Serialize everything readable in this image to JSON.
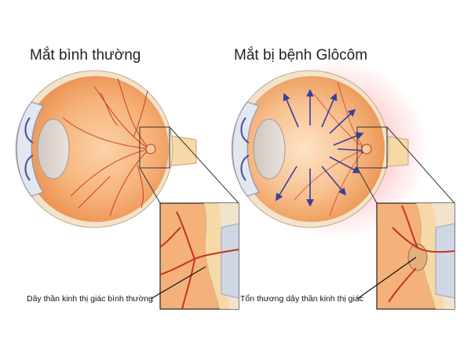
{
  "titles": {
    "normal_eye": "Mắt bình thường",
    "glaucoma_eye": "Mắt bị bệnh Glôcôm"
  },
  "labels": {
    "normal_optic_nerve": "Dây thần kinh thị giác bình thường",
    "damaged_optic_nerve": "Tổn thương dây thần kinh thị giác"
  },
  "colors": {
    "eyeball": "#f3a45e",
    "eyeball_center": "#f8c89a",
    "vessel": "#c8321e",
    "nerve": "#f7d9a8",
    "sclera": "#f2e3cc",
    "arrow": "#3a3f9e",
    "pressure_glow": "#ff4a4a"
  }
}
